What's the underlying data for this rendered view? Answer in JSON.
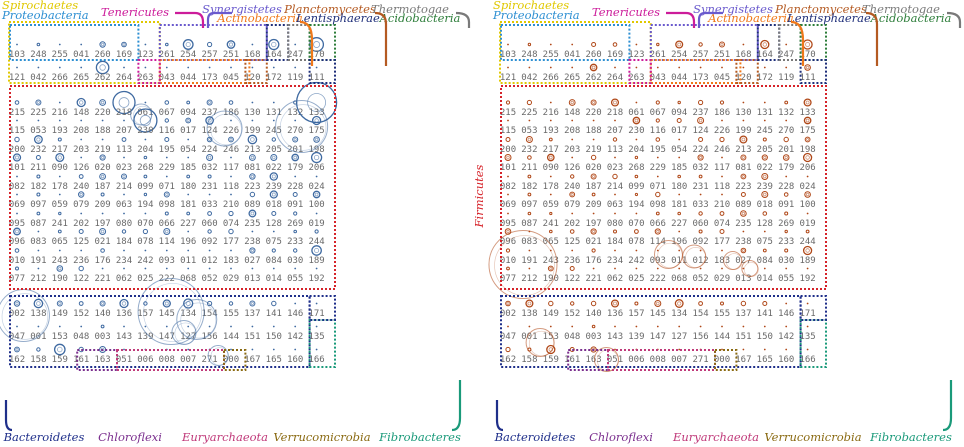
{
  "colors": {
    "left_circle": "#3f6aa1",
    "right_circle": "#b04818",
    "text_gray": "#6a6a6a",
    "Spirochaetes": "#e0c800",
    "Proteobacteria": "#2d8fd2",
    "Tenericutes": "#cc1c9a",
    "Synergistetes": "#6a5acd",
    "Actinobacteria": "#f0781a",
    "Planctomycetes": "#b45a22",
    "Lentisphaerae": "#1f2f7a",
    "Thermotogae": "#7a7a7a",
    "Acidobacteria": "#2d7d3a",
    "Firmicutes": "#d6232a",
    "Bacteroidetes": "#1f2f8a",
    "Chloroflexi": "#7b2f8e",
    "Euryarchaeota": "#c03a7a",
    "Verrucomicrobia": "#8a6a12",
    "Fibrobacteres": "#1a9a7a"
  },
  "phyla_top": [
    "Spirochaetes",
    "Proteobacteria",
    "Tenericutes",
    "Synergistetes",
    "Actinobacteria",
    "Planctomycetes",
    "Lentisphaerae",
    "Thermotogae",
    "Acidobacteria"
  ],
  "phyla_side": [
    "Firmicutes"
  ],
  "phyla_bottom": [
    "Bacteroidetes",
    "Chloroflexi",
    "Euryarchaeota",
    "Verrucomicrobia",
    "Fibrobacteres"
  ],
  "grid": [
    [
      "103",
      "248",
      "255",
      "041",
      "260",
      "169",
      "123",
      "261",
      "254",
      "257",
      "251",
      "168",
      "164",
      "247",
      "170"
    ],
    [
      "121",
      "042",
      "266",
      "265",
      "262",
      "264",
      "263",
      "043",
      "044",
      "173",
      "045",
      "120",
      "172",
      "119",
      "111"
    ],
    [
      "215",
      "225",
      "216",
      "148",
      "220",
      "218",
      "061",
      "067",
      "094",
      "237",
      "186",
      "130",
      "131",
      "132",
      "133"
    ],
    [
      "115",
      "053",
      "193",
      "208",
      "188",
      "207",
      "230",
      "116",
      "017",
      "124",
      "226",
      "199",
      "245",
      "270",
      "175"
    ],
    [
      "200",
      "232",
      "217",
      "203",
      "219",
      "113",
      "204",
      "195",
      "054",
      "224",
      "246",
      "213",
      "205",
      "201",
      "198"
    ],
    [
      "101",
      "211",
      "090",
      "126",
      "020",
      "023",
      "268",
      "229",
      "185",
      "032",
      "117",
      "081",
      "022",
      "179",
      "206"
    ],
    [
      "082",
      "182",
      "178",
      "240",
      "187",
      "214",
      "099",
      "071",
      "180",
      "231",
      "118",
      "223",
      "239",
      "228",
      "024"
    ],
    [
      "069",
      "097",
      "059",
      "079",
      "209",
      "063",
      "194",
      "098",
      "181",
      "033",
      "210",
      "089",
      "018",
      "091",
      "100"
    ],
    [
      "095",
      "087",
      "241",
      "202",
      "197",
      "080",
      "070",
      "066",
      "227",
      "060",
      "074",
      "235",
      "128",
      "269",
      "019"
    ],
    [
      "096",
      "083",
      "065",
      "125",
      "021",
      "184",
      "078",
      "114",
      "196",
      "092",
      "177",
      "238",
      "075",
      "233",
      "244"
    ],
    [
      "010",
      "191",
      "243",
      "236",
      "176",
      "234",
      "242",
      "093",
      "011",
      "012",
      "183",
      "027",
      "084",
      "030",
      "189"
    ],
    [
      "077",
      "212",
      "190",
      "122",
      "221",
      "062",
      "025",
      "222",
      "068",
      "052",
      "029",
      "013",
      "014",
      "055",
      "192"
    ],
    [
      "002",
      "138",
      "149",
      "152",
      "140",
      "136",
      "157",
      "145",
      "134",
      "154",
      "155",
      "137",
      "141",
      "146",
      "171"
    ],
    [
      "047",
      "001",
      "153",
      "048",
      "003",
      "143",
      "139",
      "147",
      "127",
      "156",
      "144",
      "151",
      "150",
      "142",
      "135"
    ],
    [
      "162",
      "158",
      "159",
      "161",
      "163",
      "051",
      "006",
      "008",
      "007",
      "271",
      "000",
      "167",
      "165",
      "160",
      "166"
    ]
  ]
}
